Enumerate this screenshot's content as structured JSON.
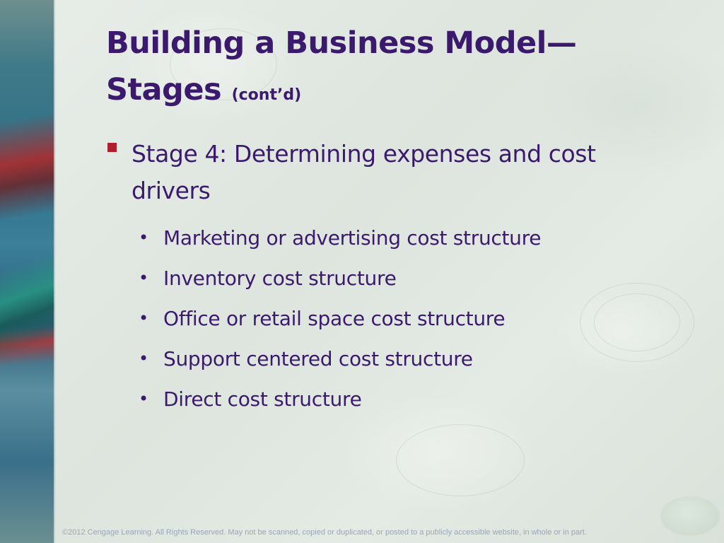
{
  "slide": {
    "title_line1": "Building a Business Model—",
    "title_line2": "Stages",
    "title_suffix": "(cont’d)",
    "bullet": {
      "marker_color": "#b01f2e",
      "text_line1": "Stage 4: Determining expenses and cost",
      "text_line2": "drivers"
    },
    "sub_bullets": [
      "Marketing or advertising cost structure",
      "Inventory cost structure",
      "Office or retail space cost structure",
      "Support centered cost structure",
      "Direct cost structure"
    ],
    "sub_bullet_marker": "•",
    "footer": "©2012 Cengage Learning. All Rights Reserved. May not be scanned, copied or duplicated, or posted to a publicly accessible website, in whole or in part."
  },
  "colors": {
    "text": "#3b1a6e",
    "accent": "#b01f2e",
    "footer": "#9aa7b6"
  },
  "icons": {
    "bullet_marker": "square-bullet-icon",
    "sub_marker": "round-bullet-icon"
  }
}
